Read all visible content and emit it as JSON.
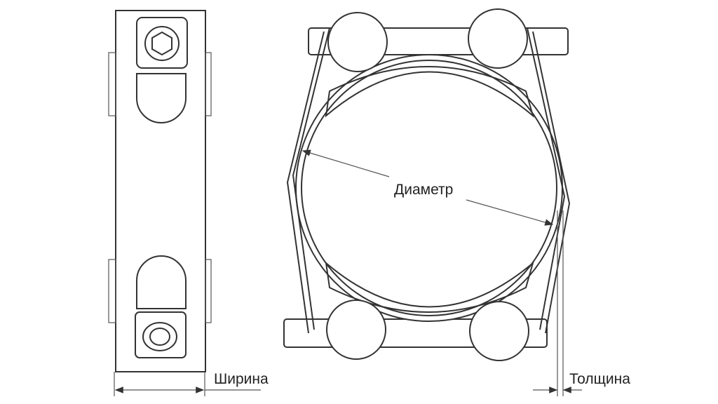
{
  "labels": {
    "width": "Ширина",
    "diameter": "Диаметр",
    "thickness": "Толщина"
  },
  "colors": {
    "line": "#333333",
    "background": "#ffffff"
  }
}
